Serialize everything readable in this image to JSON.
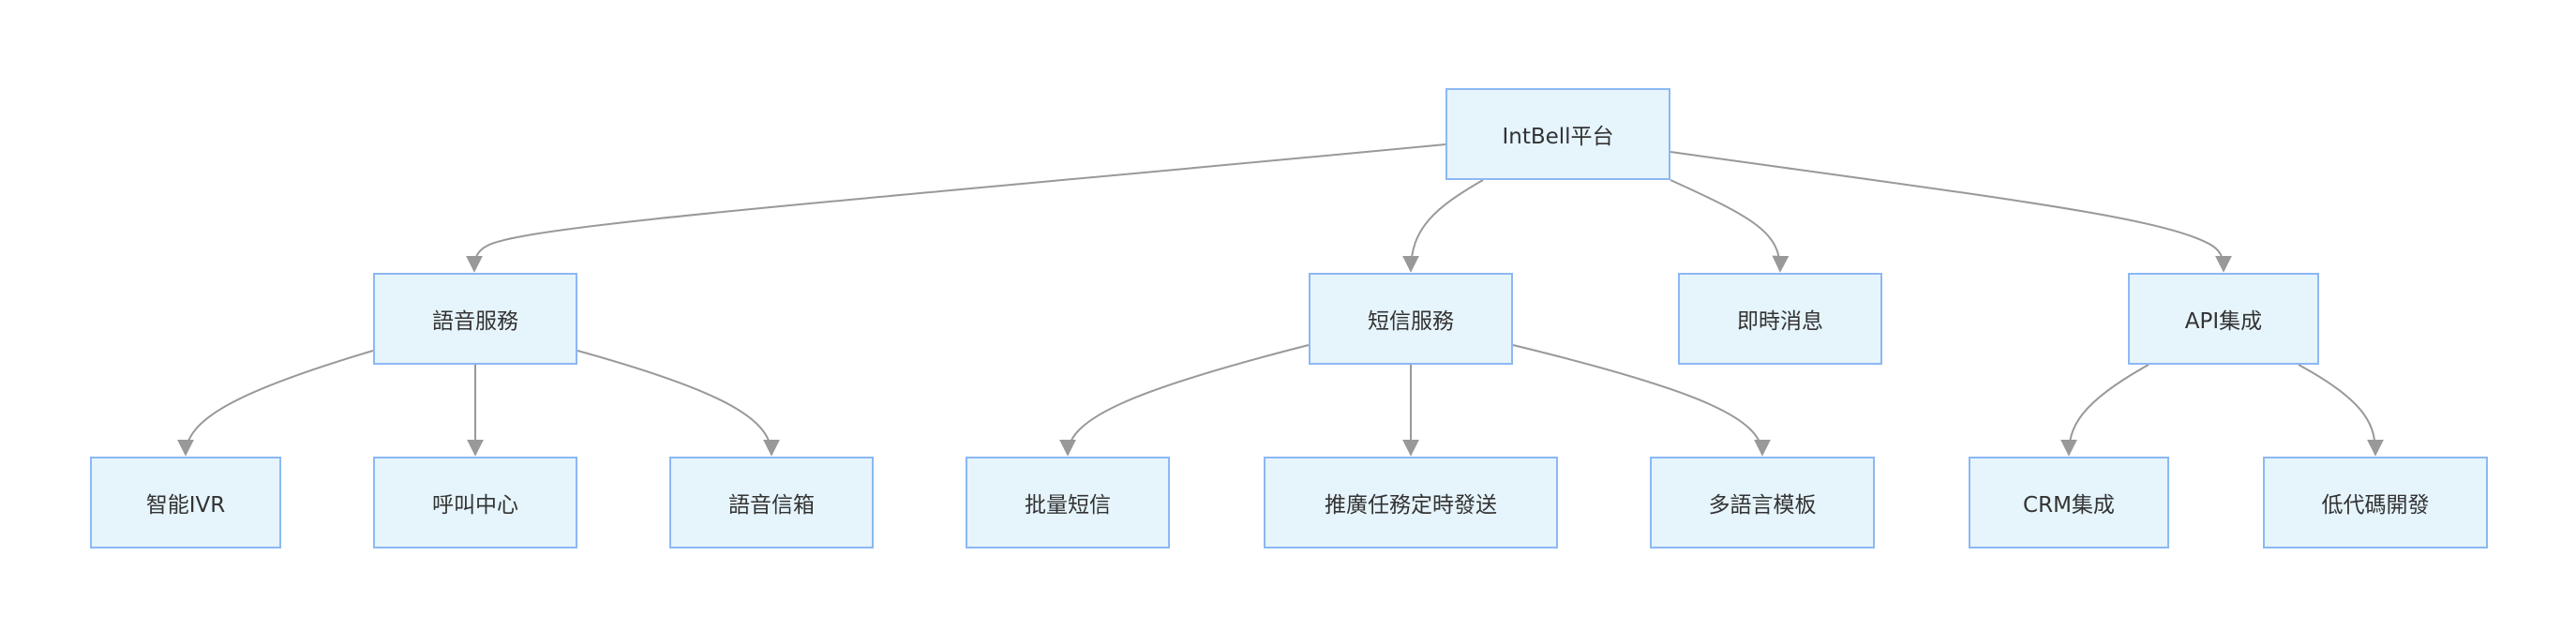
{
  "nodes": {
    "root": "IntBell平台",
    "voice": "語音服務",
    "sms": "短信服務",
    "im": "即時消息",
    "api": "API集成",
    "ivr": "智能IVR",
    "call_center": "呼叫中心",
    "voicemail": "語音信箱",
    "bulk_sms": "批量短信",
    "promo": "推廣任務定時發送",
    "multilang": "多語言模板",
    "crm": "CRM集成",
    "lowcode": "低代碼開發"
  },
  "edges": [
    [
      "root",
      "voice"
    ],
    [
      "root",
      "sms"
    ],
    [
      "root",
      "im"
    ],
    [
      "root",
      "api"
    ],
    [
      "voice",
      "ivr"
    ],
    [
      "voice",
      "call_center"
    ],
    [
      "voice",
      "voicemail"
    ],
    [
      "sms",
      "bulk_sms"
    ],
    [
      "sms",
      "promo"
    ],
    [
      "sms",
      "multilang"
    ],
    [
      "api",
      "crm"
    ],
    [
      "api",
      "lowcode"
    ]
  ],
  "colors": {
    "node_fill": "#e6f4fc",
    "node_border": "#8cb8f5",
    "edge": "#999999",
    "text": "#333333"
  }
}
